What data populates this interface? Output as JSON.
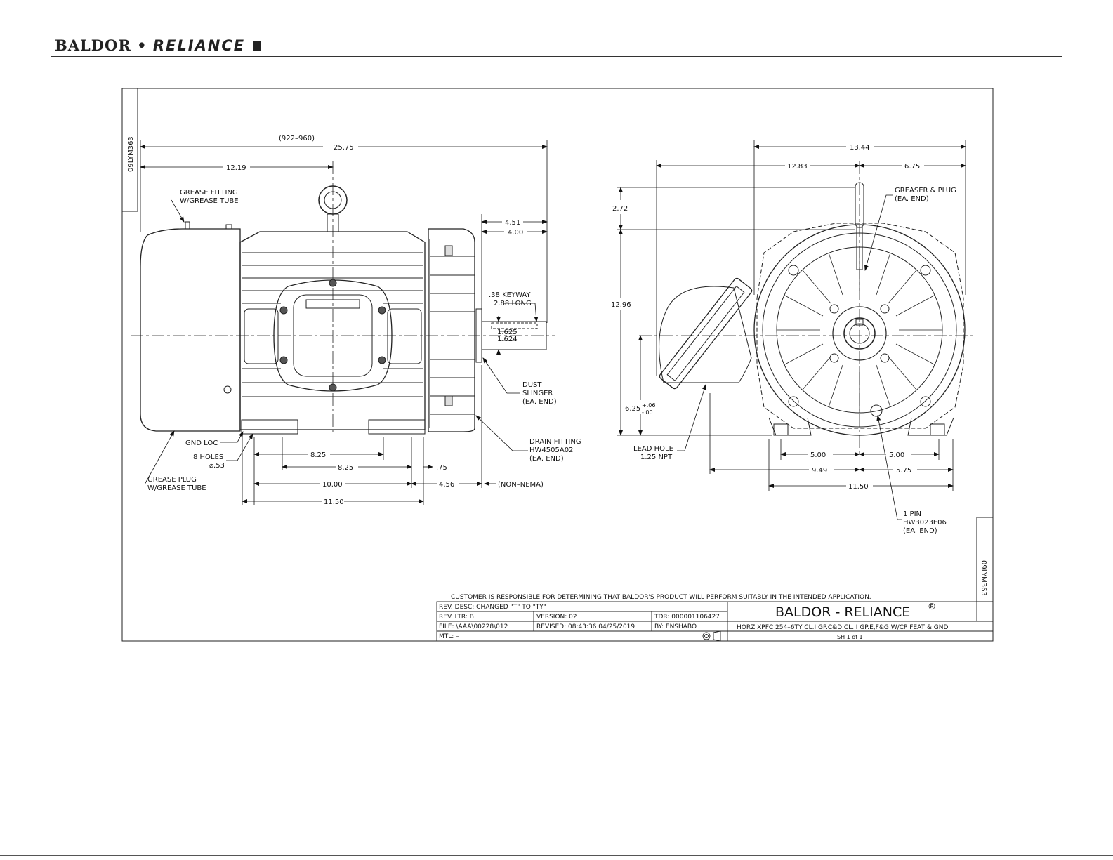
{
  "header": {
    "brand_left": "BALDOR",
    "brand_dot": "•",
    "brand_right": "RELIANCE"
  },
  "drawing_id": "09LYM363",
  "side_view": {
    "dims": {
      "overall_range": "(922–960)",
      "overall": "25.75",
      "to_centerline": "12.19",
      "shaft_ext_a": "4.51",
      "shaft_ext_b": "4.00",
      "foot_a": "8.25",
      "foot_b": "8.25",
      "small": ".75",
      "base_a": "10.00",
      "base_b": "4.56",
      "base_c": "11.50",
      "shaft_dia_a": "1.625",
      "shaft_dia_b": "1.624"
    },
    "notes": {
      "grease_fitting_1": "GREASE FITTING",
      "grease_fitting_2": "W/GREASE TUBE",
      "keyway_1": ".38 KEYWAY",
      "keyway_2": "2.88 LONG",
      "slinger_1": "DUST",
      "slinger_2": "SLINGER",
      "slinger_3": "(EA. END)",
      "drain_1": "DRAIN FITTING",
      "drain_2": "HW4505A02",
      "drain_3": "(EA. END)",
      "gnd": "GND LOC",
      "holes_1": "8 HOLES",
      "holes_2": "⌀.53",
      "plug_1": "GREASE PLUG",
      "plug_2": "W/GREASE TUBE",
      "non_nema": "(NON–NEMA)"
    }
  },
  "end_view": {
    "dims": {
      "overall": "13.44",
      "left": "12.83",
      "right": "6.75",
      "top_ext": "2.72",
      "height": "12.96",
      "shaft_height": "6.25",
      "tol_plus": "+.06",
      "tol_minus": "-.00",
      "foot_left": "5.00",
      "foot_right": "5.00",
      "span_left": "9.49",
      "span_right": "5.75",
      "base": "11.50"
    },
    "notes": {
      "greaser_1": "GREASER & PLUG",
      "greaser_2": "(EA. END)",
      "lead_1": "LEAD HOLE",
      "lead_2": "1.25 NPT",
      "pin_1": "1 PIN",
      "pin_2": "HW3023E06",
      "pin_3": "(EA. END)"
    }
  },
  "title_block": {
    "disclaimer": "CUSTOMER IS RESPONSIBLE FOR DETERMINING THAT BALDOR'S PRODUCT WILL PERFORM SUITABLY IN THE INTENDED APPLICATION.",
    "rev_desc": "REV. DESC:  CHANGED \"T\" TO \"TY\"",
    "rev_ltr": "REV. LTR:  B",
    "version": "VERSION: 02",
    "tdr": "TDR: 000001106427",
    "file": "FILE: \\AAA\\00228\\012",
    "revised": "REVISED: 08:43:36  04/25/2019",
    "by": "BY:  ENSHABO",
    "mtl": "MTL: –",
    "company": "BALDOR - RELIANCE",
    "reg": "®",
    "description": "HORZ XPFC 254–6TY CL.I GP.C&D CL.II GP.E,F&G W/CP FEAT & GND",
    "sheet": "SH 1 of 1"
  }
}
